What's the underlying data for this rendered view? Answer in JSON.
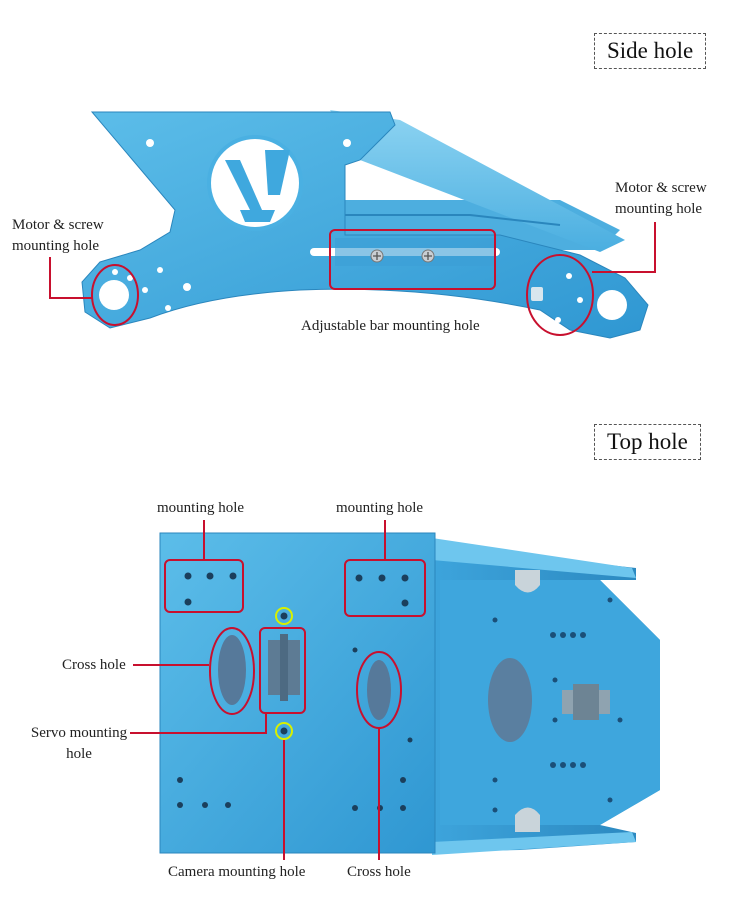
{
  "sections": {
    "side": {
      "title": "Side hole"
    },
    "top": {
      "title": "Top hole"
    }
  },
  "labels": {
    "motor_left_1": "Motor & screw",
    "motor_left_2": "mounting hole",
    "motor_right_1": "Motor & screw",
    "motor_right_2": "mounting hole",
    "adjustable_bar": "Adjustable bar mounting hole",
    "mounting_left": "mounting hole",
    "mounting_right": "mounting hole",
    "cross_left": "Cross hole",
    "servo_1": "Servo mounting",
    "servo_2": "hole",
    "camera": "Camera mounting hole",
    "cross_bottom": "Cross hole"
  },
  "colors": {
    "metal_blue": "#3fa8de",
    "metal_light": "#6cc4ec",
    "metal_dark": "#2a86bd",
    "annotation_red": "#c8102e",
    "highlight_yellow": "#d7f000"
  }
}
